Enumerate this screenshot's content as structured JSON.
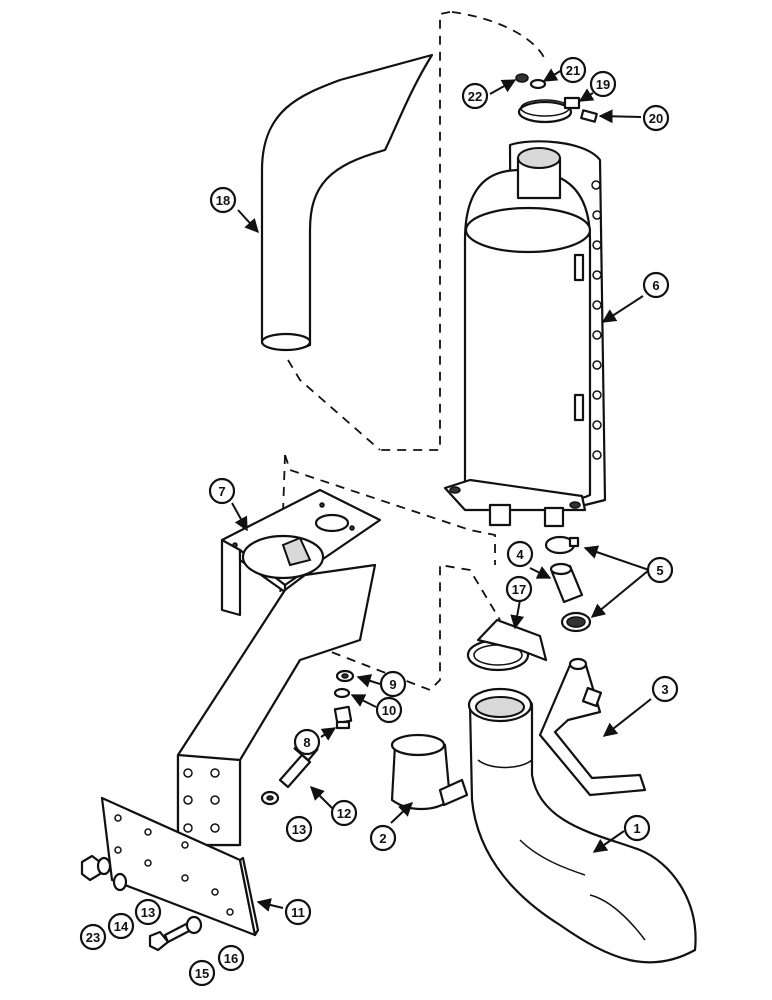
{
  "callouts": {
    "c1": "1",
    "c2": "2",
    "c3": "3",
    "c4": "4",
    "c5": "5",
    "c6": "6",
    "c7": "7",
    "c8": "8",
    "c9": "9",
    "c10": "10",
    "c11": "11",
    "c12": "12",
    "c13a": "13",
    "c13b": "13",
    "c14": "14",
    "c15": "15",
    "c16": "16",
    "c17": "17",
    "c18": "18",
    "c19": "19",
    "c20": "20",
    "c21": "21",
    "c22": "22",
    "c23": "23"
  },
  "colors": {
    "line": "#111111",
    "background": "#ffffff",
    "shade": "#d9d9d9"
  }
}
